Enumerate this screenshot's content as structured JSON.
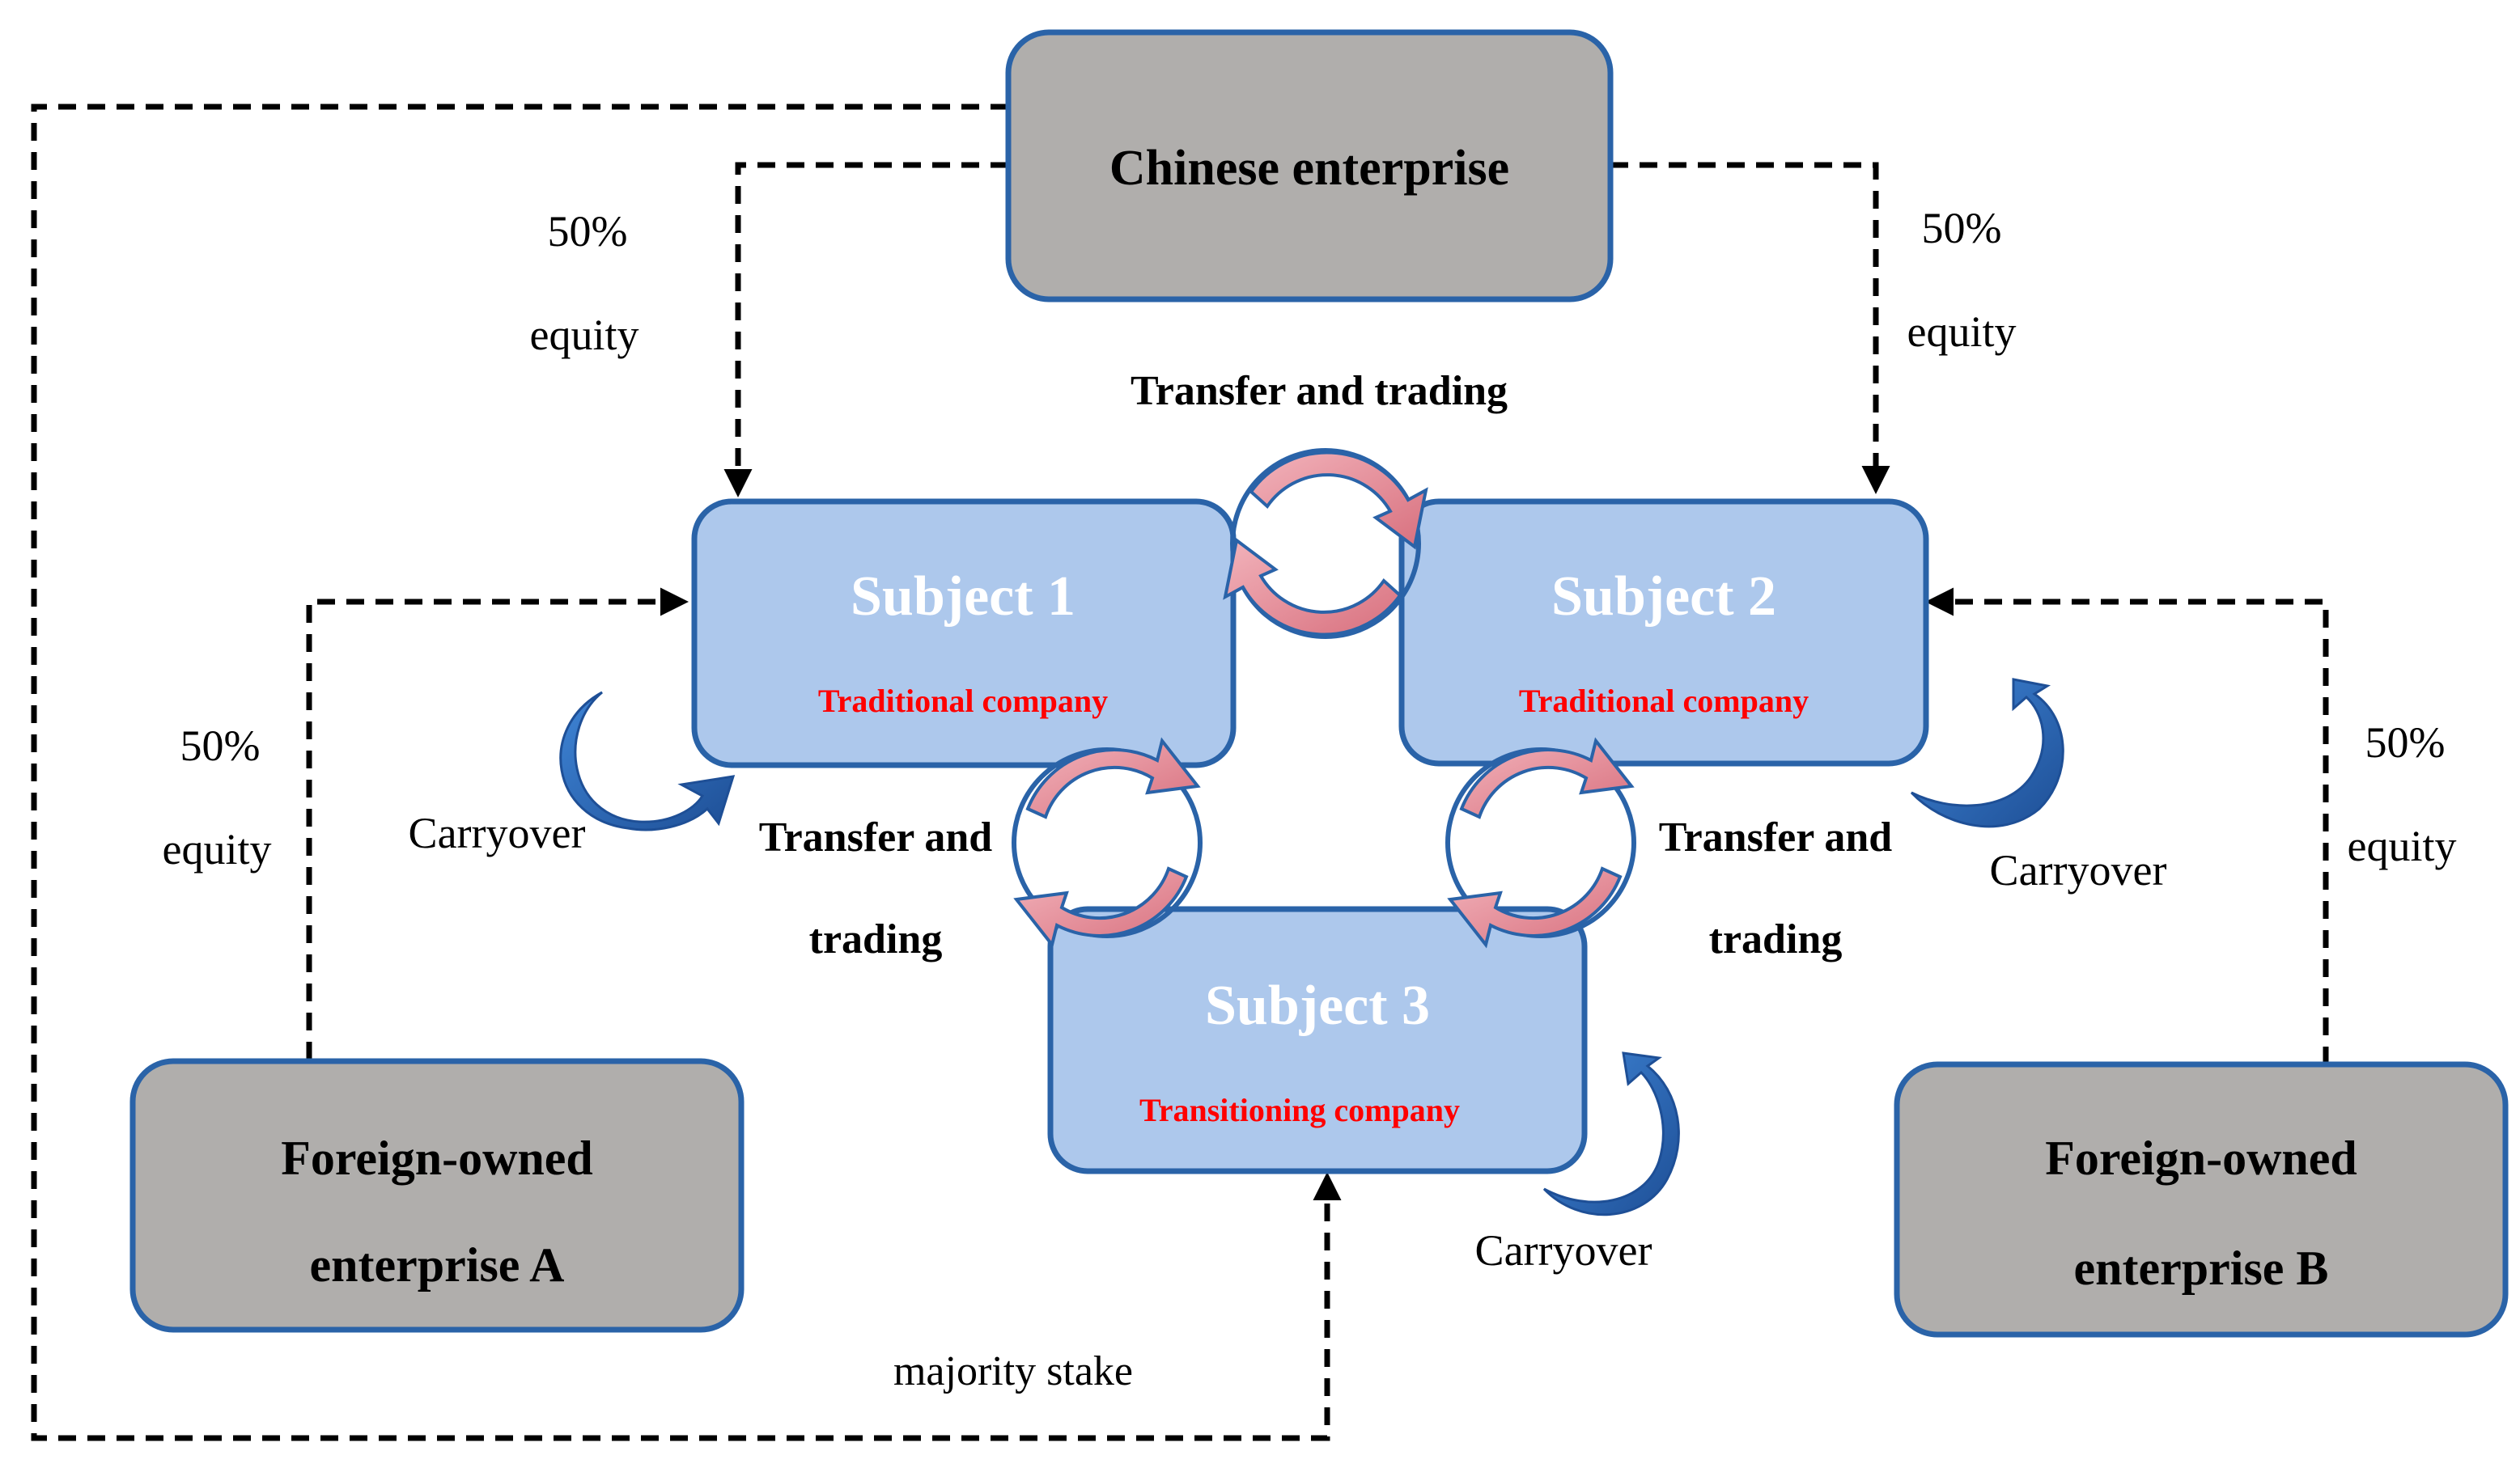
{
  "nodes": {
    "chinese": {
      "title": "Chinese enterprise"
    },
    "subject1": {
      "title": "Subject 1",
      "subtitle": "Traditional company"
    },
    "subject2": {
      "title": "Subject 2",
      "subtitle": "Traditional company"
    },
    "subject3": {
      "title": "Subject 3",
      "subtitle": "Transitioning company"
    },
    "foreignA": {
      "line1": "Foreign-owned",
      "line2": "enterprise A"
    },
    "foreignB": {
      "line1": "Foreign-owned",
      "line2": "enterprise B"
    }
  },
  "labels": {
    "equity_left_top": {
      "pct": "50%",
      "word": "equity"
    },
    "equity_right_top": {
      "pct": "50%",
      "word": "equity"
    },
    "equity_left_mid": {
      "pct": "50%",
      "word": "equity"
    },
    "equity_right_mid": {
      "pct": "50%",
      "word": "equity"
    },
    "transfer_top": "Transfer and trading",
    "transfer_left": {
      "line1": "Transfer and",
      "line2": "trading"
    },
    "transfer_right": {
      "line1": "Transfer and",
      "line2": "trading"
    },
    "carryover_1": "Carryover",
    "carryover_2": "Carryover",
    "carryover_3": "Carryover",
    "majority": "majority stake"
  },
  "colors": {
    "gray_box": "#b0aeac",
    "blue_box": "#adc8ec",
    "box_border": "#2a63a8",
    "subtitle_red": "#ff0000",
    "pink_arrow": "#e58a94",
    "curve_blue": "#2f6fbe"
  }
}
